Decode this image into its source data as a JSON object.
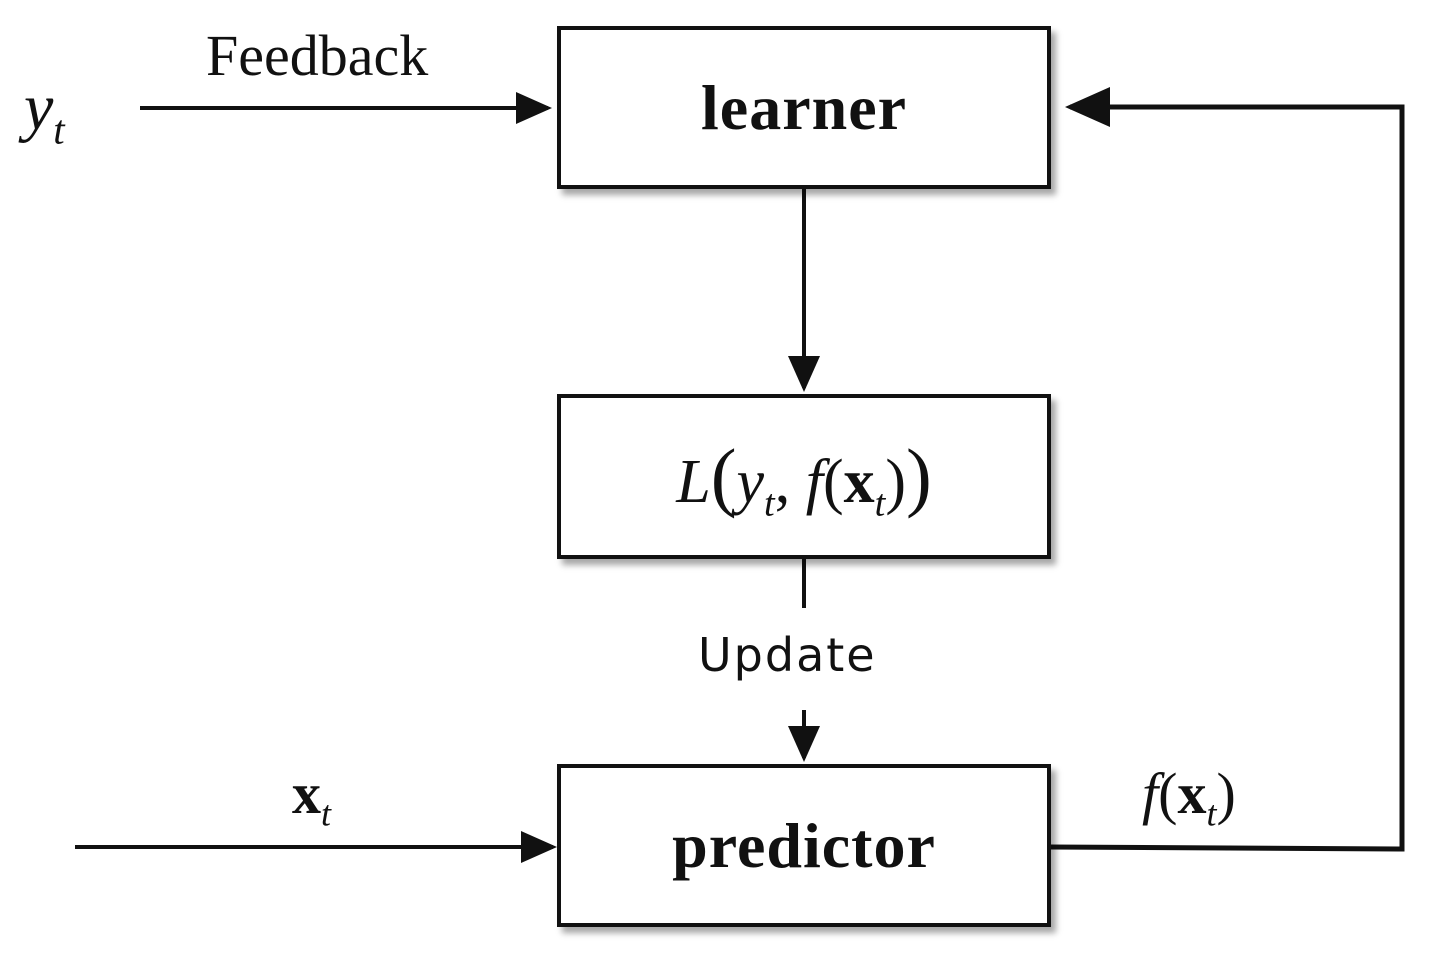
{
  "nodes": {
    "learner": "learner",
    "predictor": "predictor",
    "loss": {
      "fn": "L",
      "y": "y",
      "y_sub": "t",
      "comma": ",",
      "f": "f",
      "x": "x",
      "x_sub": "t"
    }
  },
  "labels": {
    "feedback": "Feedback",
    "update": "Update",
    "y_in": {
      "sym": "y",
      "sub": "t"
    },
    "x_in": {
      "sym": "x",
      "sub": "t"
    },
    "f_out": {
      "f": "f",
      "x": "x",
      "sub": "t"
    }
  }
}
